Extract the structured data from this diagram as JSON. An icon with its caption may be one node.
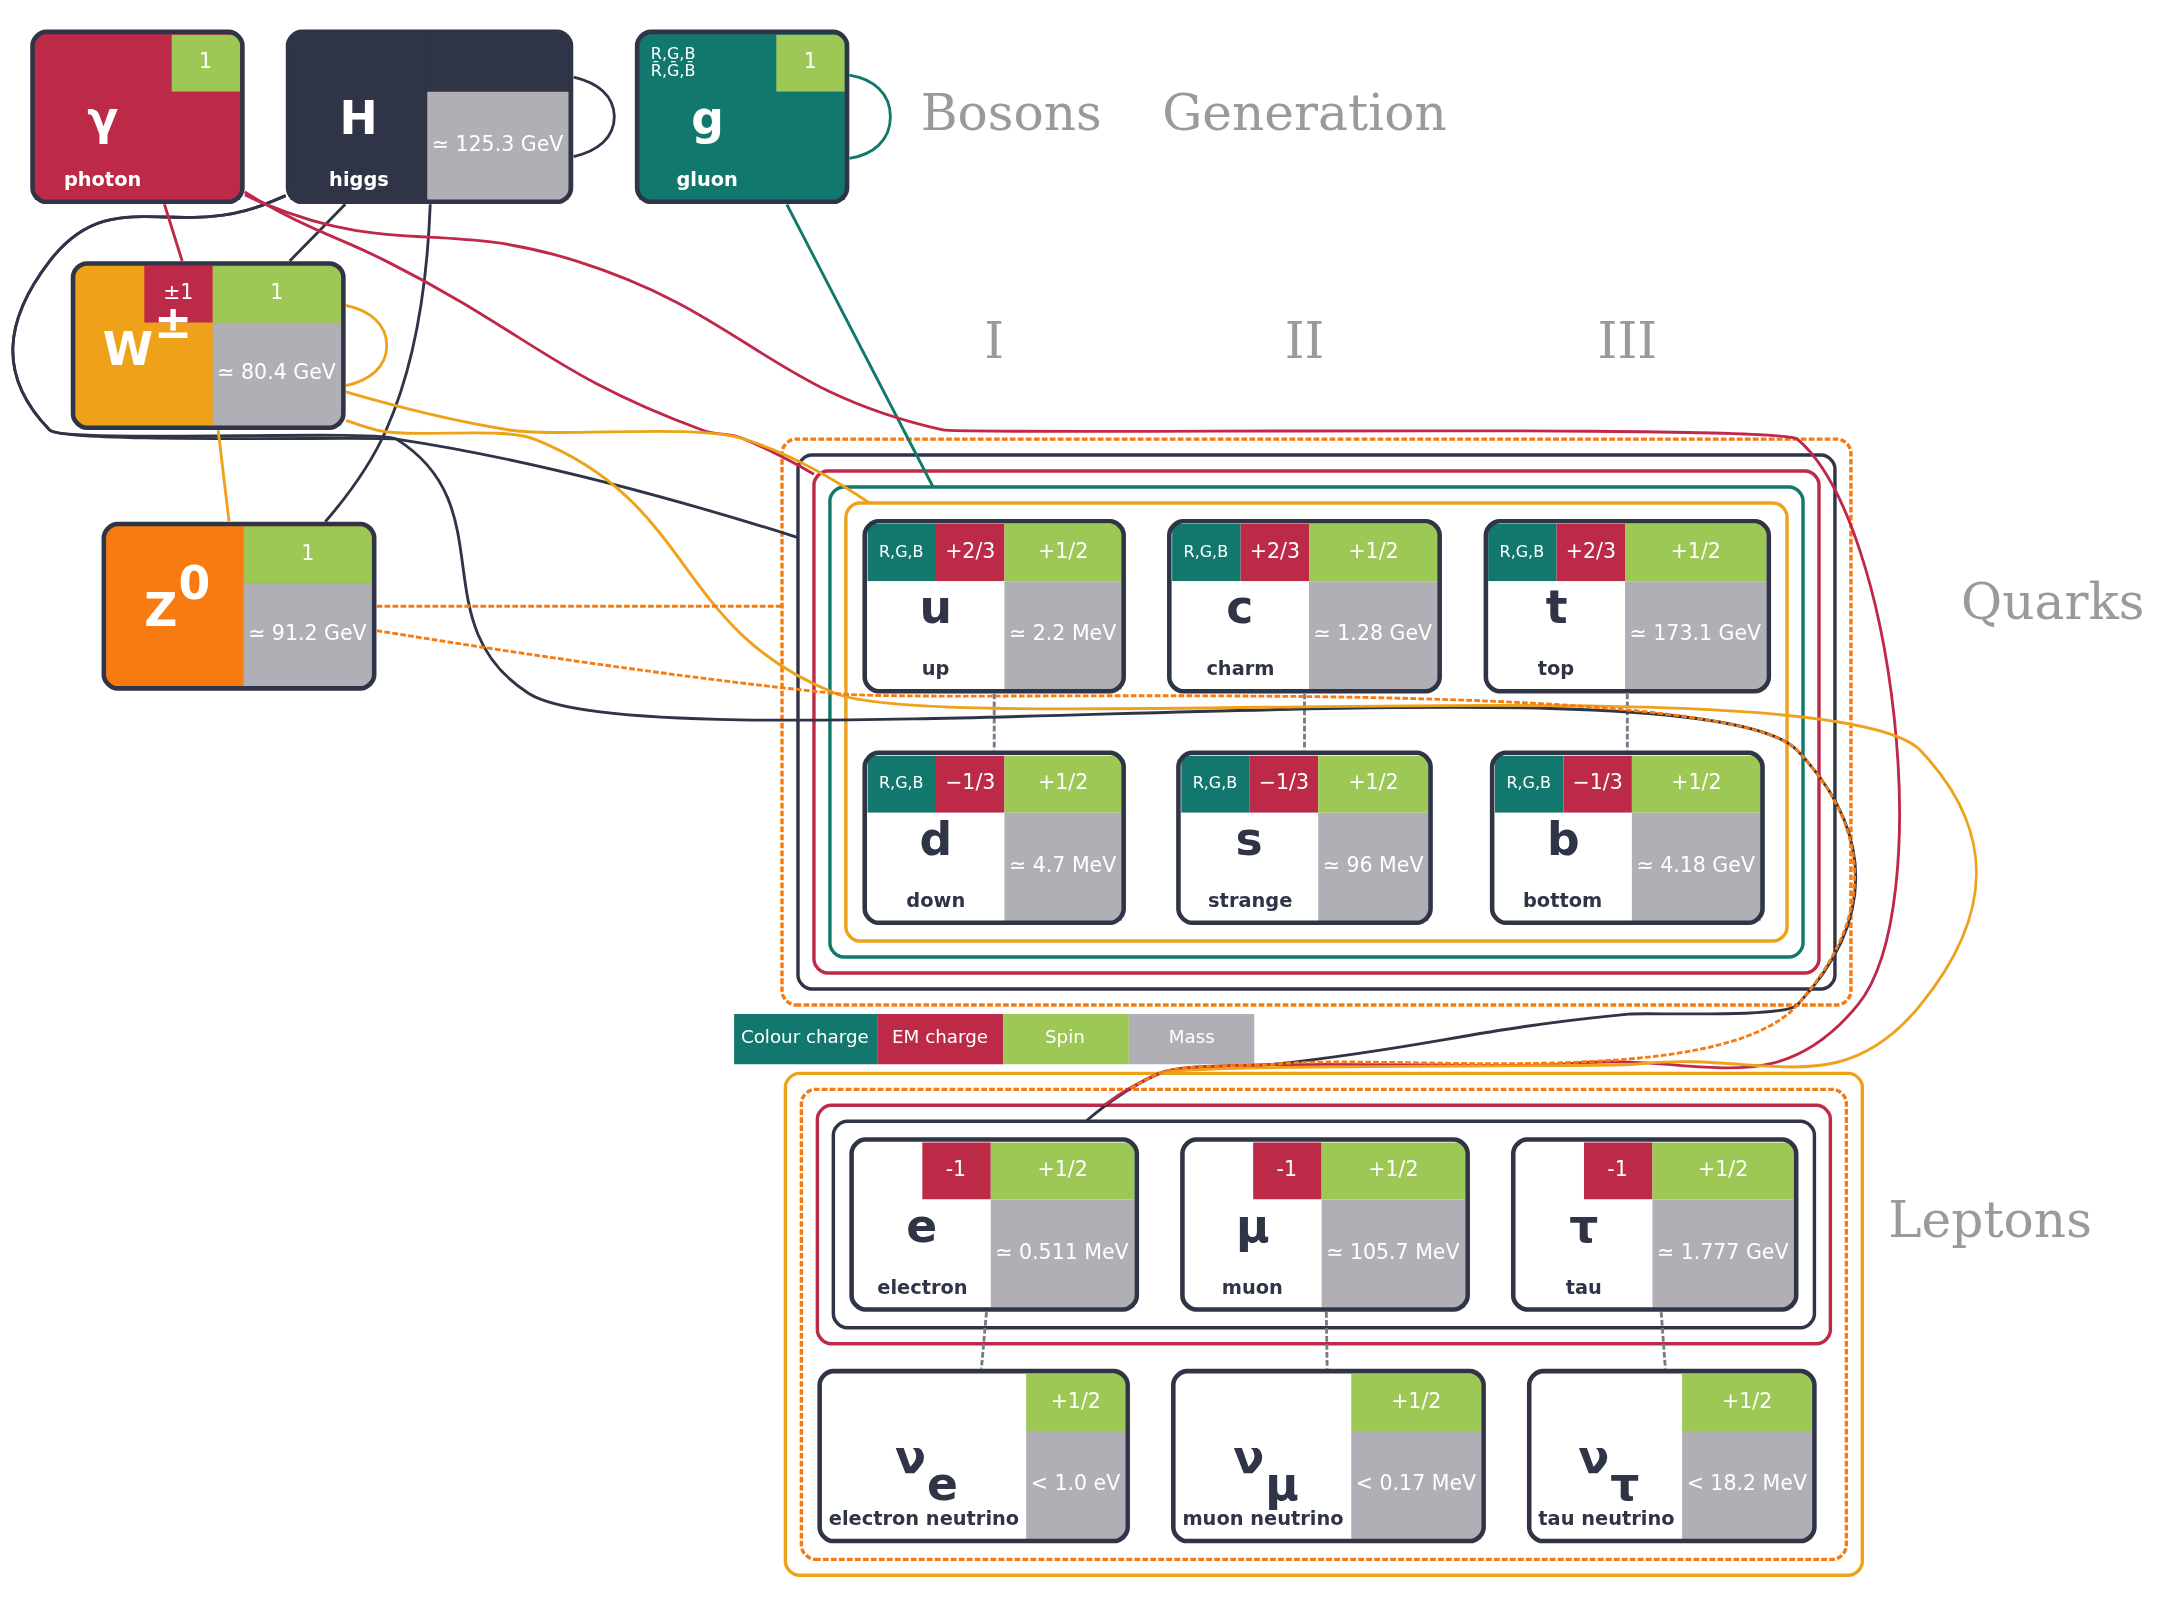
{
  "diagram": {
    "nodes": [
      {
        "text": [],
        "shape": "box"
      },
      {
        "text": [],
        "shape": "box",
        "in": 0
      },
      {
        "text": [],
        "shape": "box",
        "in": 1
      },
      {
        "text": [],
        "shape": "box",
        "in": 2
      },
      {
        "text": [],
        "shape": "box",
        "in": 3
      },
      {
        "text": [
          "R,G,B",
          "+2/3",
          "+1/2",
          "u",
          "up",
          "≃ 2.2 MeV"
        ],
        "in": 4
      },
      {
        "text": [
          "R,G,B",
          "+2/3",
          "+1/2",
          "c",
          "charm",
          "≃ 1.28 GeV"
        ],
        "in": 4
      },
      {
        "text": [
          "R,G,B",
          "+2/3",
          "+1/2",
          "t",
          "top",
          "≃ 173.1 GeV"
        ],
        "in": 4
      },
      {
        "text": [
          "R,G,B",
          "−1/3",
          "+1/2",
          "d",
          "down",
          "≃ 4.7 MeV"
        ],
        "in": 4
      },
      {
        "text": [
          "R,G,B",
          "−1/3",
          "+1/2",
          "s",
          "strange",
          "≃ 96 MeV"
        ],
        "in": 4
      },
      {
        "text": [
          "R,G,B",
          "−1/3",
          "+1/2",
          "b",
          "bottom",
          "≃ 4.18 GeV"
        ],
        "in": 4
      },
      {
        "text": [],
        "shape": "box"
      },
      {
        "text": [],
        "shape": "box",
        "in": 11
      },
      {
        "text": [],
        "shape": "box",
        "in": 12
      },
      {
        "text": [],
        "shape": "box",
        "in": 13
      },
      {
        "text": [
          "-1",
          "+1/2",
          "e",
          "electron",
          "≃ 0.511 MeV"
        ],
        "in": 14
      },
      {
        "text": [
          "-1",
          "+1/2",
          "μ",
          "muon",
          "≃ 105.7 MeV"
        ],
        "in": 14
      },
      {
        "text": [
          "-1",
          "+1/2",
          "τ",
          "tau",
          "≃ 1.777 GeV"
        ],
        "in": 14
      },
      {
        "text": [
          "+1/2",
          "ν$_{e}$",
          "electron neutrino",
          "< 1.0 eV"
        ],
        "in": 12
      },
      {
        "text": [
          "+1/2",
          "ν$_{μ}$",
          "muon neutrino",
          "< 0.17 MeV"
        ],
        "in": 12
      },
      {
        "text": [
          "+1/2",
          "ν$_{τ}$",
          "tau neutrino",
          "< 18.2 MeV"
        ],
        "in": 12
      },
      {
        "text": [
          "H",
          "higgs",
          "≃ 125.3 GeV"
        ]
      },
      {
        "text": [
          "R,G,B",
          "R̄,Ḡ,B̄",
          "1",
          "g",
          "gluon"
        ]
      },
      {
        "text": [
          "1",
          "γ",
          "photon"
        ]
      },
      {
        "text": [
          "±1",
          "1",
          "W$^{±}$",
          "≃ 80.4 GeV"
        ]
      },
      {
        "text": [
          "1",
          "Z$^{0}$",
          "≃ 91.2 GeV"
        ]
      }
    ],
    "edges": [
      {
        "from": 5,
        "to": 8,
        "arrow": "none",
        "style": "dashed"
      },
      {
        "from": 6,
        "to": 9,
        "arrow": "none",
        "style": "dashed"
      },
      {
        "from": 7,
        "to": 10,
        "arrow": "none",
        "style": "dashed"
      },
      {
        "from": 15,
        "to": 18,
        "arrow": "none",
        "style": "dashed"
      },
      {
        "from": 16,
        "to": 19,
        "arrow": "none",
        "style": "dashed"
      },
      {
        "from": 17,
        "to": 20,
        "arrow": "none",
        "style": "dashed"
      },
      {
        "from": 21,
        "to": 1,
        "arrow": "none",
        "color": "#2f3447"
      },
      {
        "from": 23,
        "to": 2,
        "arrow": "none",
        "color": "#c0284a"
      },
      {
        "from": 22,
        "to": 3,
        "arrow": "none",
        "color": "#11796b"
      },
      {
        "from": 24,
        "to": 4,
        "arrow": "none",
        "color": "#eda21a"
      },
      {
        "from": 25,
        "to": 0,
        "arrow": "none",
        "style": "dashed",
        "color": "#f77b10"
      },
      {
        "from": 21,
        "to": 21,
        "arrow": "none",
        "color": "#2f3447"
      },
      {
        "from": 22,
        "to": 22,
        "arrow": "none",
        "color": "#11796b"
      },
      {
        "from": 24,
        "to": 24,
        "arrow": "none",
        "color": "#eda21a"
      },
      {
        "from": 21,
        "to": 24,
        "arrow": "none",
        "color": "#2f3447"
      },
      {
        "from": 21,
        "to": 25,
        "arrow": "none",
        "color": "#2f3447"
      },
      {
        "from": 23,
        "to": 24,
        "arrow": "none",
        "color": "#c0284a"
      },
      {
        "from": 24,
        "to": 25,
        "arrow": "none",
        "color": "#eda21a"
      },
      {
        "from": 21,
        "to": 14,
        "arrow": "none",
        "color": "#2f3447"
      },
      {
        "from": 24,
        "to": 11,
        "arrow": "none",
        "color": "#eda21a"
      },
      {
        "from": 25,
        "to": 12,
        "arrow": "none",
        "style": "dashed",
        "color": "#f77b10"
      },
      {
        "from": 23,
        "to": 13,
        "arrow": "none",
        "color": "#c0284a"
      }
    ],
    "labels": [
      "Generation",
      "I",
      "II",
      "III",
      "Bosons",
      "Quarks",
      "Leptons"
    ],
    "legend": [
      {
        "text": "Colour charge",
        "color": "#12786e"
      },
      {
        "text": "EM charge",
        "color": "#bc2a48"
      },
      {
        "text": "Spin",
        "color": "#9dc855"
      },
      {
        "text": "Mass",
        "color": "#b0afb6"
      }
    ]
  }
}
